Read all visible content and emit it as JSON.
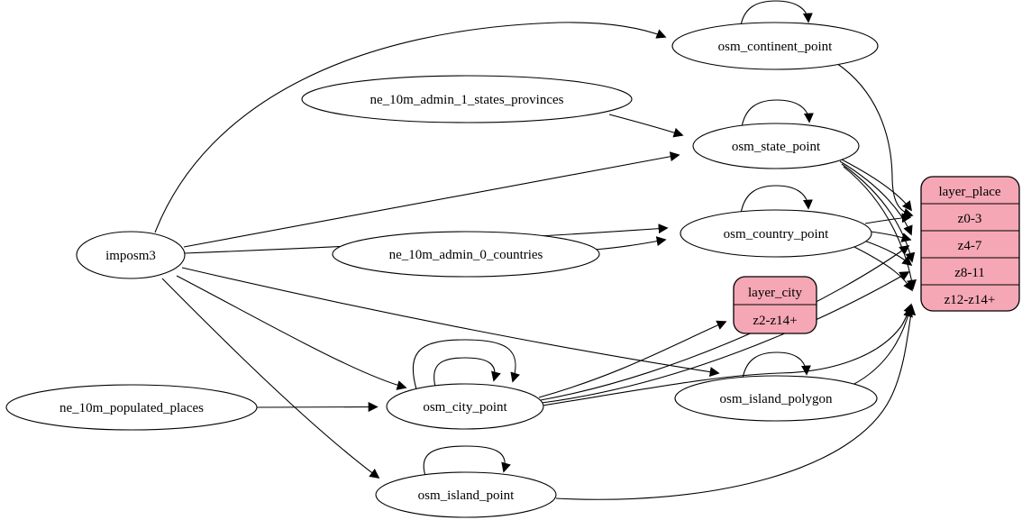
{
  "diagram": {
    "type": "graphviz-etl-digraph",
    "colors": {
      "background": "#ffffff",
      "table_node_fill": "#ffffff",
      "layer_record_fill": "#f5a7b5",
      "stroke": "#000000",
      "text": "#000000"
    },
    "nodes": {
      "imposm3": {
        "label": "imposm3",
        "shape": "ellipse"
      },
      "ne_10m_admin_1_states_provinces": {
        "label": "ne_10m_admin_1_states_provinces",
        "shape": "ellipse"
      },
      "ne_10m_admin_0_countries": {
        "label": "ne_10m_admin_0_countries",
        "shape": "ellipse"
      },
      "ne_10m_populated_places": {
        "label": "ne_10m_populated_places",
        "shape": "ellipse"
      },
      "osm_continent_point": {
        "label": "osm_continent_point",
        "shape": "ellipse"
      },
      "osm_state_point": {
        "label": "osm_state_point",
        "shape": "ellipse"
      },
      "osm_country_point": {
        "label": "osm_country_point",
        "shape": "ellipse"
      },
      "osm_city_point": {
        "label": "osm_city_point",
        "shape": "ellipse"
      },
      "osm_island_polygon": {
        "label": "osm_island_polygon",
        "shape": "ellipse"
      },
      "osm_island_point": {
        "label": "osm_island_point",
        "shape": "ellipse"
      }
    },
    "records": {
      "layer_place": {
        "title": "layer_place",
        "rows": [
          "z0-3",
          "z4-7",
          "z8-11",
          "z12-z14+"
        ]
      },
      "layer_city": {
        "title": "layer_city",
        "rows": [
          "z2-z14+"
        ]
      }
    },
    "edges": [
      {
        "from": "imposm3",
        "to": "osm_continent_point"
      },
      {
        "from": "imposm3",
        "to": "osm_state_point"
      },
      {
        "from": "imposm3",
        "to": "osm_country_point"
      },
      {
        "from": "imposm3",
        "to": "osm_city_point"
      },
      {
        "from": "imposm3",
        "to": "osm_island_polygon"
      },
      {
        "from": "imposm3",
        "to": "osm_island_point"
      },
      {
        "from": "ne_10m_admin_1_states_provinces",
        "to": "osm_state_point"
      },
      {
        "from": "ne_10m_admin_0_countries",
        "to": "osm_country_point"
      },
      {
        "from": "ne_10m_populated_places",
        "to": "osm_city_point"
      },
      {
        "from": "osm_continent_point",
        "to": "osm_continent_point",
        "self_loop": true
      },
      {
        "from": "osm_state_point",
        "to": "osm_state_point",
        "self_loop": true
      },
      {
        "from": "osm_country_point",
        "to": "osm_country_point",
        "self_loop": true
      },
      {
        "from": "osm_city_point",
        "to": "osm_city_point",
        "self_loop": true
      },
      {
        "from": "osm_city_point",
        "to": "osm_city_point",
        "self_loop": true
      },
      {
        "from": "osm_island_polygon",
        "to": "osm_island_polygon",
        "self_loop": true
      },
      {
        "from": "osm_island_point",
        "to": "osm_island_point",
        "self_loop": true
      },
      {
        "from": "osm_continent_point",
        "to": "layer_place:z0-3"
      },
      {
        "from": "osm_state_point",
        "to": "layer_place:z0-3"
      },
      {
        "from": "osm_state_point",
        "to": "layer_place:z4-7"
      },
      {
        "from": "osm_state_point",
        "to": "layer_place:z8-11"
      },
      {
        "from": "osm_state_point",
        "to": "layer_place:z12-z14+"
      },
      {
        "from": "osm_country_point",
        "to": "layer_place:z0-3"
      },
      {
        "from": "osm_country_point",
        "to": "layer_place:z4-7"
      },
      {
        "from": "osm_country_point",
        "to": "layer_place:z8-11"
      },
      {
        "from": "osm_country_point",
        "to": "layer_place:z12-z14+"
      },
      {
        "from": "osm_city_point",
        "to": "layer_city:z2-z14+"
      },
      {
        "from": "osm_city_point",
        "to": "layer_place:z4-7"
      },
      {
        "from": "osm_city_point",
        "to": "layer_place:z8-11"
      },
      {
        "from": "osm_city_point",
        "to": "layer_place:z12-z14+"
      },
      {
        "from": "osm_island_polygon",
        "to": "layer_place:z12-z14+"
      },
      {
        "from": "osm_island_point",
        "to": "layer_place:z12-z14+"
      }
    ]
  }
}
